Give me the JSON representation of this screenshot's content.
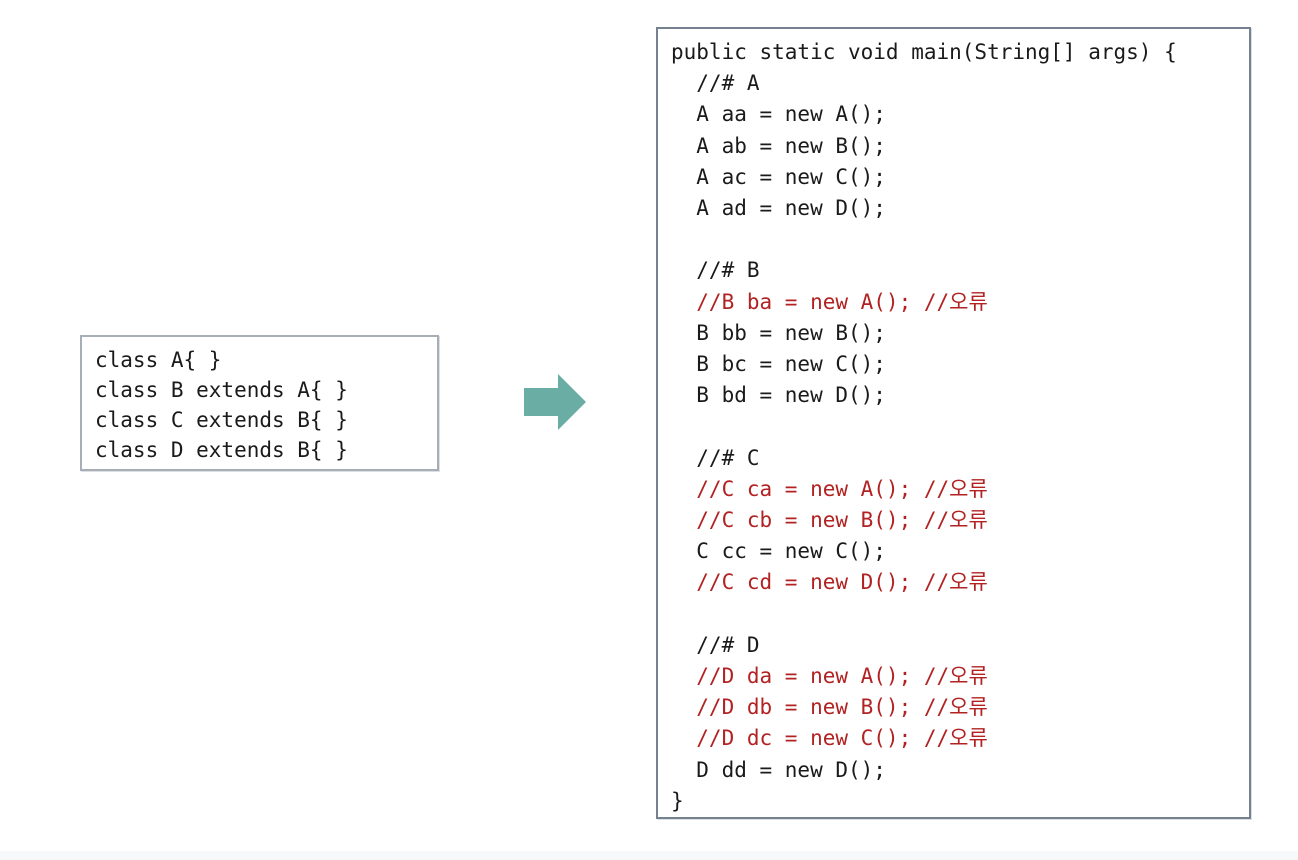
{
  "colors": {
    "background": "#ffffff",
    "code_text": "#1a1a1a",
    "error_text": "#b22222",
    "class_box_border": "#a8aeb8",
    "code_box_border": "#76818f",
    "arrow_fill": "#69ada4",
    "footer_strip": "#f7f8f9"
  },
  "class_box": {
    "lines": [
      "class A{ }",
      "class B extends A{ }",
      "class C extends B{ }",
      "class D extends B{ }"
    ]
  },
  "arrow": {
    "icon": "right-block-arrow"
  },
  "code_box": {
    "lines": [
      {
        "text": "public static void main(String[] args) {",
        "error": false
      },
      {
        "text": "  //# A",
        "error": false
      },
      {
        "text": "  A aa = new A();",
        "error": false
      },
      {
        "text": "  A ab = new B();",
        "error": false
      },
      {
        "text": "  A ac = new C();",
        "error": false
      },
      {
        "text": "  A ad = new D();",
        "error": false
      },
      {
        "text": "",
        "error": false
      },
      {
        "text": "  //# B",
        "error": false
      },
      {
        "text": "  //B ba = new A(); //오류",
        "error": true
      },
      {
        "text": "  B bb = new B();",
        "error": false
      },
      {
        "text": "  B bc = new C();",
        "error": false
      },
      {
        "text": "  B bd = new D();",
        "error": false
      },
      {
        "text": "",
        "error": false
      },
      {
        "text": "  //# C",
        "error": false
      },
      {
        "text": "  //C ca = new A(); //오류",
        "error": true
      },
      {
        "text": "  //C cb = new B(); //오류",
        "error": true
      },
      {
        "text": "  C cc = new C();",
        "error": false
      },
      {
        "text": "  //C cd = new D(); //오류",
        "error": true
      },
      {
        "text": "",
        "error": false
      },
      {
        "text": "  //# D",
        "error": false
      },
      {
        "text": "  //D da = new A(); //오류",
        "error": true
      },
      {
        "text": "  //D db = new B(); //오류",
        "error": true
      },
      {
        "text": "  //D dc = new C(); //오류",
        "error": true
      },
      {
        "text": "  D dd = new D();",
        "error": false
      },
      {
        "text": "}",
        "error": false
      }
    ]
  }
}
